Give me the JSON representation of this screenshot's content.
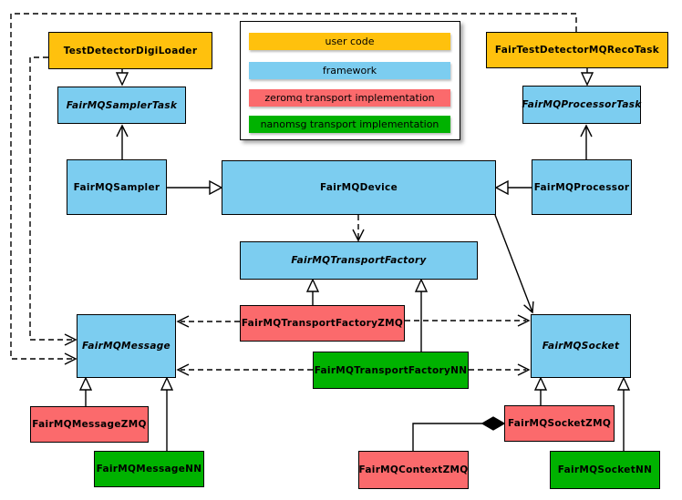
{
  "legend": {
    "items": [
      {
        "label": "user code",
        "color": "#FFC10D"
      },
      {
        "label": "framework",
        "color": "#7CCDF0"
      },
      {
        "label": "zeromq transport implementation",
        "color": "#FB6A6C"
      },
      {
        "label": "nanomsg transport implementation",
        "color": "#00B200"
      }
    ]
  },
  "colors": {
    "border": "#000000",
    "background": "#ffffff"
  },
  "nodes": {
    "digiLoader": {
      "label": "TestDetectorDigiLoader",
      "category": "user code",
      "abstract": false
    },
    "samplerTask": {
      "label": "FairMQSamplerTask",
      "category": "framework",
      "abstract": true
    },
    "sampler": {
      "label": "FairMQSampler",
      "category": "framework",
      "abstract": false
    },
    "device": {
      "label": "FairMQDevice",
      "category": "framework",
      "abstract": false
    },
    "transportFactory": {
      "label": "FairMQTransportFactory",
      "category": "framework",
      "abstract": true
    },
    "recoTask": {
      "label": "FairTestDetectorMQRecoTask",
      "category": "user code",
      "abstract": false
    },
    "processorTask": {
      "label": "FairMQProcessorTask",
      "category": "framework",
      "abstract": true
    },
    "processor": {
      "label": "FairMQProcessor",
      "category": "framework",
      "abstract": false
    },
    "transportFactoryZMQ": {
      "label": "FairMQTransportFactoryZMQ",
      "category": "zeromq",
      "abstract": false
    },
    "transportFactoryNN": {
      "label": "FairMQTransportFactoryNN",
      "category": "nanomsg",
      "abstract": false
    },
    "message": {
      "label": "FairMQMessage",
      "category": "framework",
      "abstract": true
    },
    "socket": {
      "label": "FairMQSocket",
      "category": "framework",
      "abstract": true
    },
    "messageZMQ": {
      "label": "FairMQMessageZMQ",
      "category": "zeromq",
      "abstract": false
    },
    "messageNN": {
      "label": "FairMQMessageNN",
      "category": "nanomsg",
      "abstract": false
    },
    "socketZMQ": {
      "label": "FairMQSocketZMQ",
      "category": "zeromq",
      "abstract": false
    },
    "socketNN": {
      "label": "FairMQSocketNN",
      "category": "nanomsg",
      "abstract": false
    },
    "contextZMQ": {
      "label": "FairMQContextZMQ",
      "category": "zeromq",
      "abstract": false
    }
  },
  "relationships": [
    {
      "from": "TestDetectorDigiLoader",
      "to": "FairMQSamplerTask",
      "type": "inheritance"
    },
    {
      "from": "FairTestDetectorMQRecoTask",
      "to": "FairMQProcessorTask",
      "type": "inheritance"
    },
    {
      "from": "FairMQSampler",
      "to": "FairMQDevice",
      "type": "inheritance"
    },
    {
      "from": "FairMQProcessor",
      "to": "FairMQDevice",
      "type": "inheritance"
    },
    {
      "from": "FairMQSampler",
      "to": "FairMQSamplerTask",
      "type": "association"
    },
    {
      "from": "FairMQProcessor",
      "to": "FairMQProcessorTask",
      "type": "association"
    },
    {
      "from": "FairMQDevice",
      "to": "FairMQTransportFactory",
      "type": "dependency"
    },
    {
      "from": "FairMQDevice",
      "to": "FairMQSocket",
      "type": "association"
    },
    {
      "from": "FairMQTransportFactoryZMQ",
      "to": "FairMQTransportFactory",
      "type": "inheritance"
    },
    {
      "from": "FairMQTransportFactoryNN",
      "to": "FairMQTransportFactory",
      "type": "inheritance"
    },
    {
      "from": "FairMQTransportFactoryZMQ",
      "to": "FairMQMessage",
      "type": "dependency"
    },
    {
      "from": "FairMQTransportFactoryZMQ",
      "to": "FairMQSocket",
      "type": "dependency"
    },
    {
      "from": "FairMQTransportFactoryNN",
      "to": "FairMQMessage",
      "type": "dependency"
    },
    {
      "from": "FairMQTransportFactoryNN",
      "to": "FairMQSocket",
      "type": "dependency"
    },
    {
      "from": "FairMQMessageZMQ",
      "to": "FairMQMessage",
      "type": "inheritance"
    },
    {
      "from": "FairMQMessageNN",
      "to": "FairMQMessage",
      "type": "inheritance"
    },
    {
      "from": "FairMQSocketZMQ",
      "to": "FairMQSocket",
      "type": "inheritance"
    },
    {
      "from": "FairMQSocketNN",
      "to": "FairMQSocket",
      "type": "inheritance"
    },
    {
      "from": "TestDetectorDigiLoader",
      "to": "FairMQMessage",
      "type": "dependency"
    },
    {
      "from": "FairTestDetectorMQRecoTask",
      "to": "FairMQMessage",
      "type": "dependency"
    },
    {
      "from": "FairMQContextZMQ",
      "to": "FairMQSocketZMQ",
      "type": "composition"
    }
  ]
}
